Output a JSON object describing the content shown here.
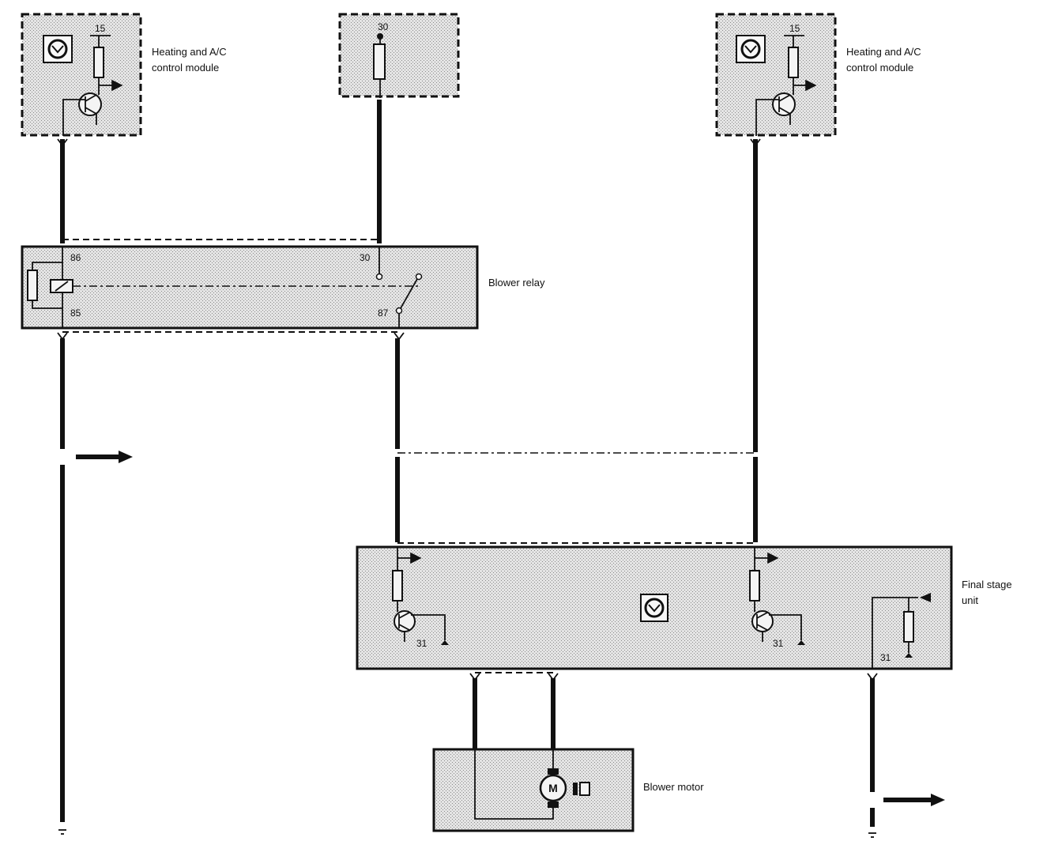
{
  "labels": {
    "hac_left_line1": "Heating and A/C",
    "hac_left_line2": "control module",
    "hac_right_line1": "Heating and A/C",
    "hac_right_line2": "control module",
    "blower_relay": "Blower relay",
    "final_stage_line1": "Final stage",
    "final_stage_line2": "unit",
    "blower_motor": "Blower motor",
    "motor_symbol": "M"
  },
  "pins": {
    "hac_left_15": "15",
    "fuse_30": "30",
    "hac_right_15": "15",
    "relay_86": "86",
    "relay_85": "85",
    "relay_30": "30",
    "relay_87": "87",
    "fsu_31_left": "31",
    "fsu_31_mid": "31",
    "fsu_31_right": "31"
  },
  "icons": {
    "module_symbol": "control-module-icon",
    "relay_coil": "relay-coil-icon",
    "relay_switch": "relay-switch-icon",
    "transistor": "transistor-icon",
    "resistor": "resistor-icon",
    "ground": "ground-icon",
    "motor": "motor-icon",
    "arrow": "arrow-right-icon"
  },
  "colors": {
    "ink": "#111111",
    "fill": "#d6d6d6"
  }
}
